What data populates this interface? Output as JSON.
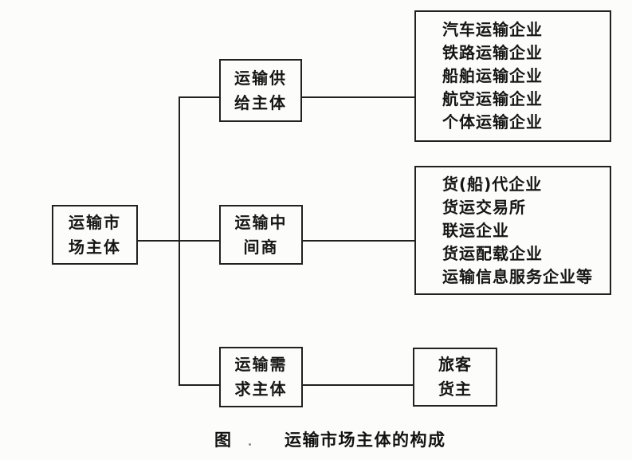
{
  "diagram": {
    "root": {
      "label_line1": "运输市",
      "label_line2": "场主体"
    },
    "branches": [
      {
        "node_line1": "运输供",
        "node_line2": "给主体",
        "leaf_items": [
          "汽车运输企业",
          "铁路运输企业",
          "船舶运输企业",
          "航空运输企业",
          "个体运输企业"
        ]
      },
      {
        "node_line1": "运输中",
        "node_line2": "间商",
        "leaf_items": [
          "货(船)代企业",
          "货运交易所",
          "联运企业",
          "货运配载企业",
          "运输信息服务企业等"
        ]
      },
      {
        "node_line1": "运输需",
        "node_line2": "求主体",
        "leaf_items": [
          "旅客",
          "货主"
        ]
      }
    ],
    "caption": {
      "prefix": "图",
      "title": "运输市场主体的构成"
    },
    "colors": {
      "ink": "#212121",
      "paper": "#fcfcfa"
    }
  }
}
